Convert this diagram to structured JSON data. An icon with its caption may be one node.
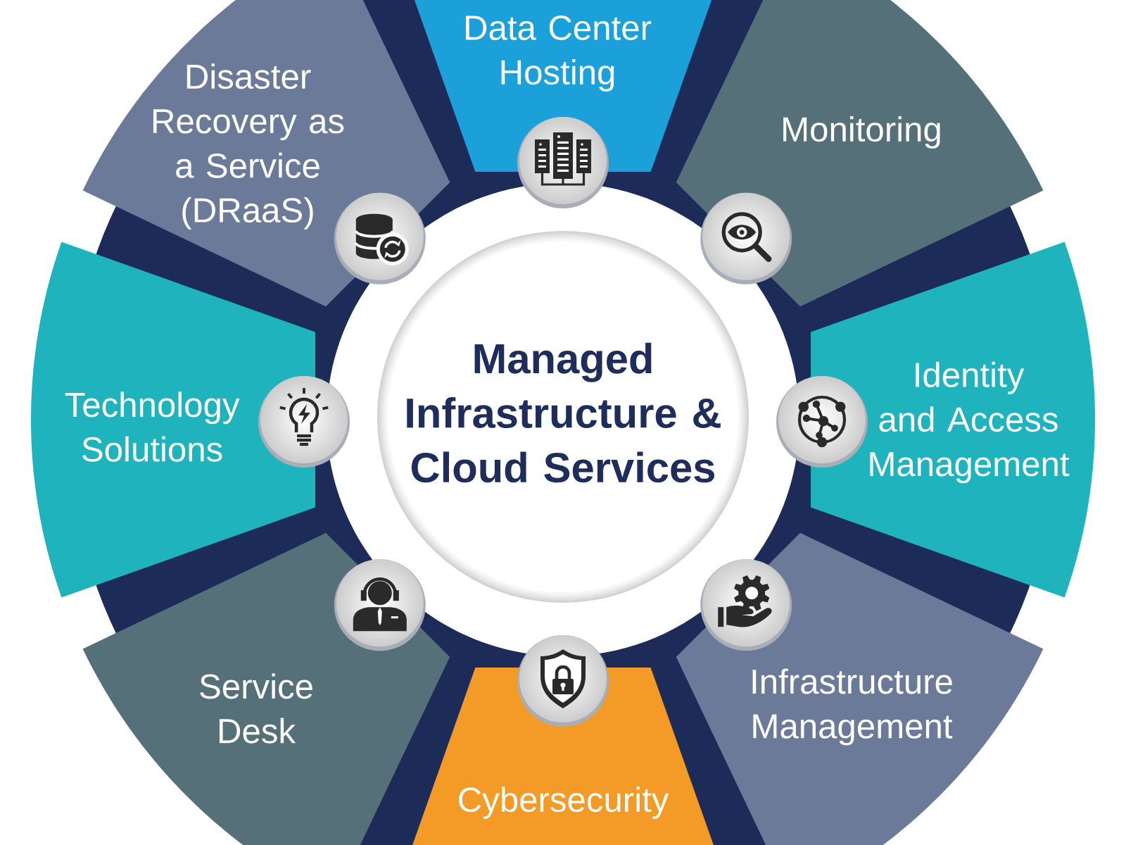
{
  "diagram": {
    "nodes": [
      {
        "text": [
          "Managed Infrastructure & Cloud Services"
        ]
      },
      {
        "text": [
          "Data Center Hosting"
        ]
      },
      {
        "text": [
          "Monitoring"
        ]
      },
      {
        "text": [
          "Identity and Access Management"
        ]
      },
      {
        "text": [
          "Infrastructure Management"
        ]
      },
      {
        "text": [
          "Cybersecurity"
        ]
      },
      {
        "text": [
          "Service Desk"
        ]
      },
      {
        "text": [
          "Technology Solutions"
        ]
      },
      {
        "text": [
          "Disaster Recovery as a Service (DRaaS)"
        ]
      }
    ]
  }
}
